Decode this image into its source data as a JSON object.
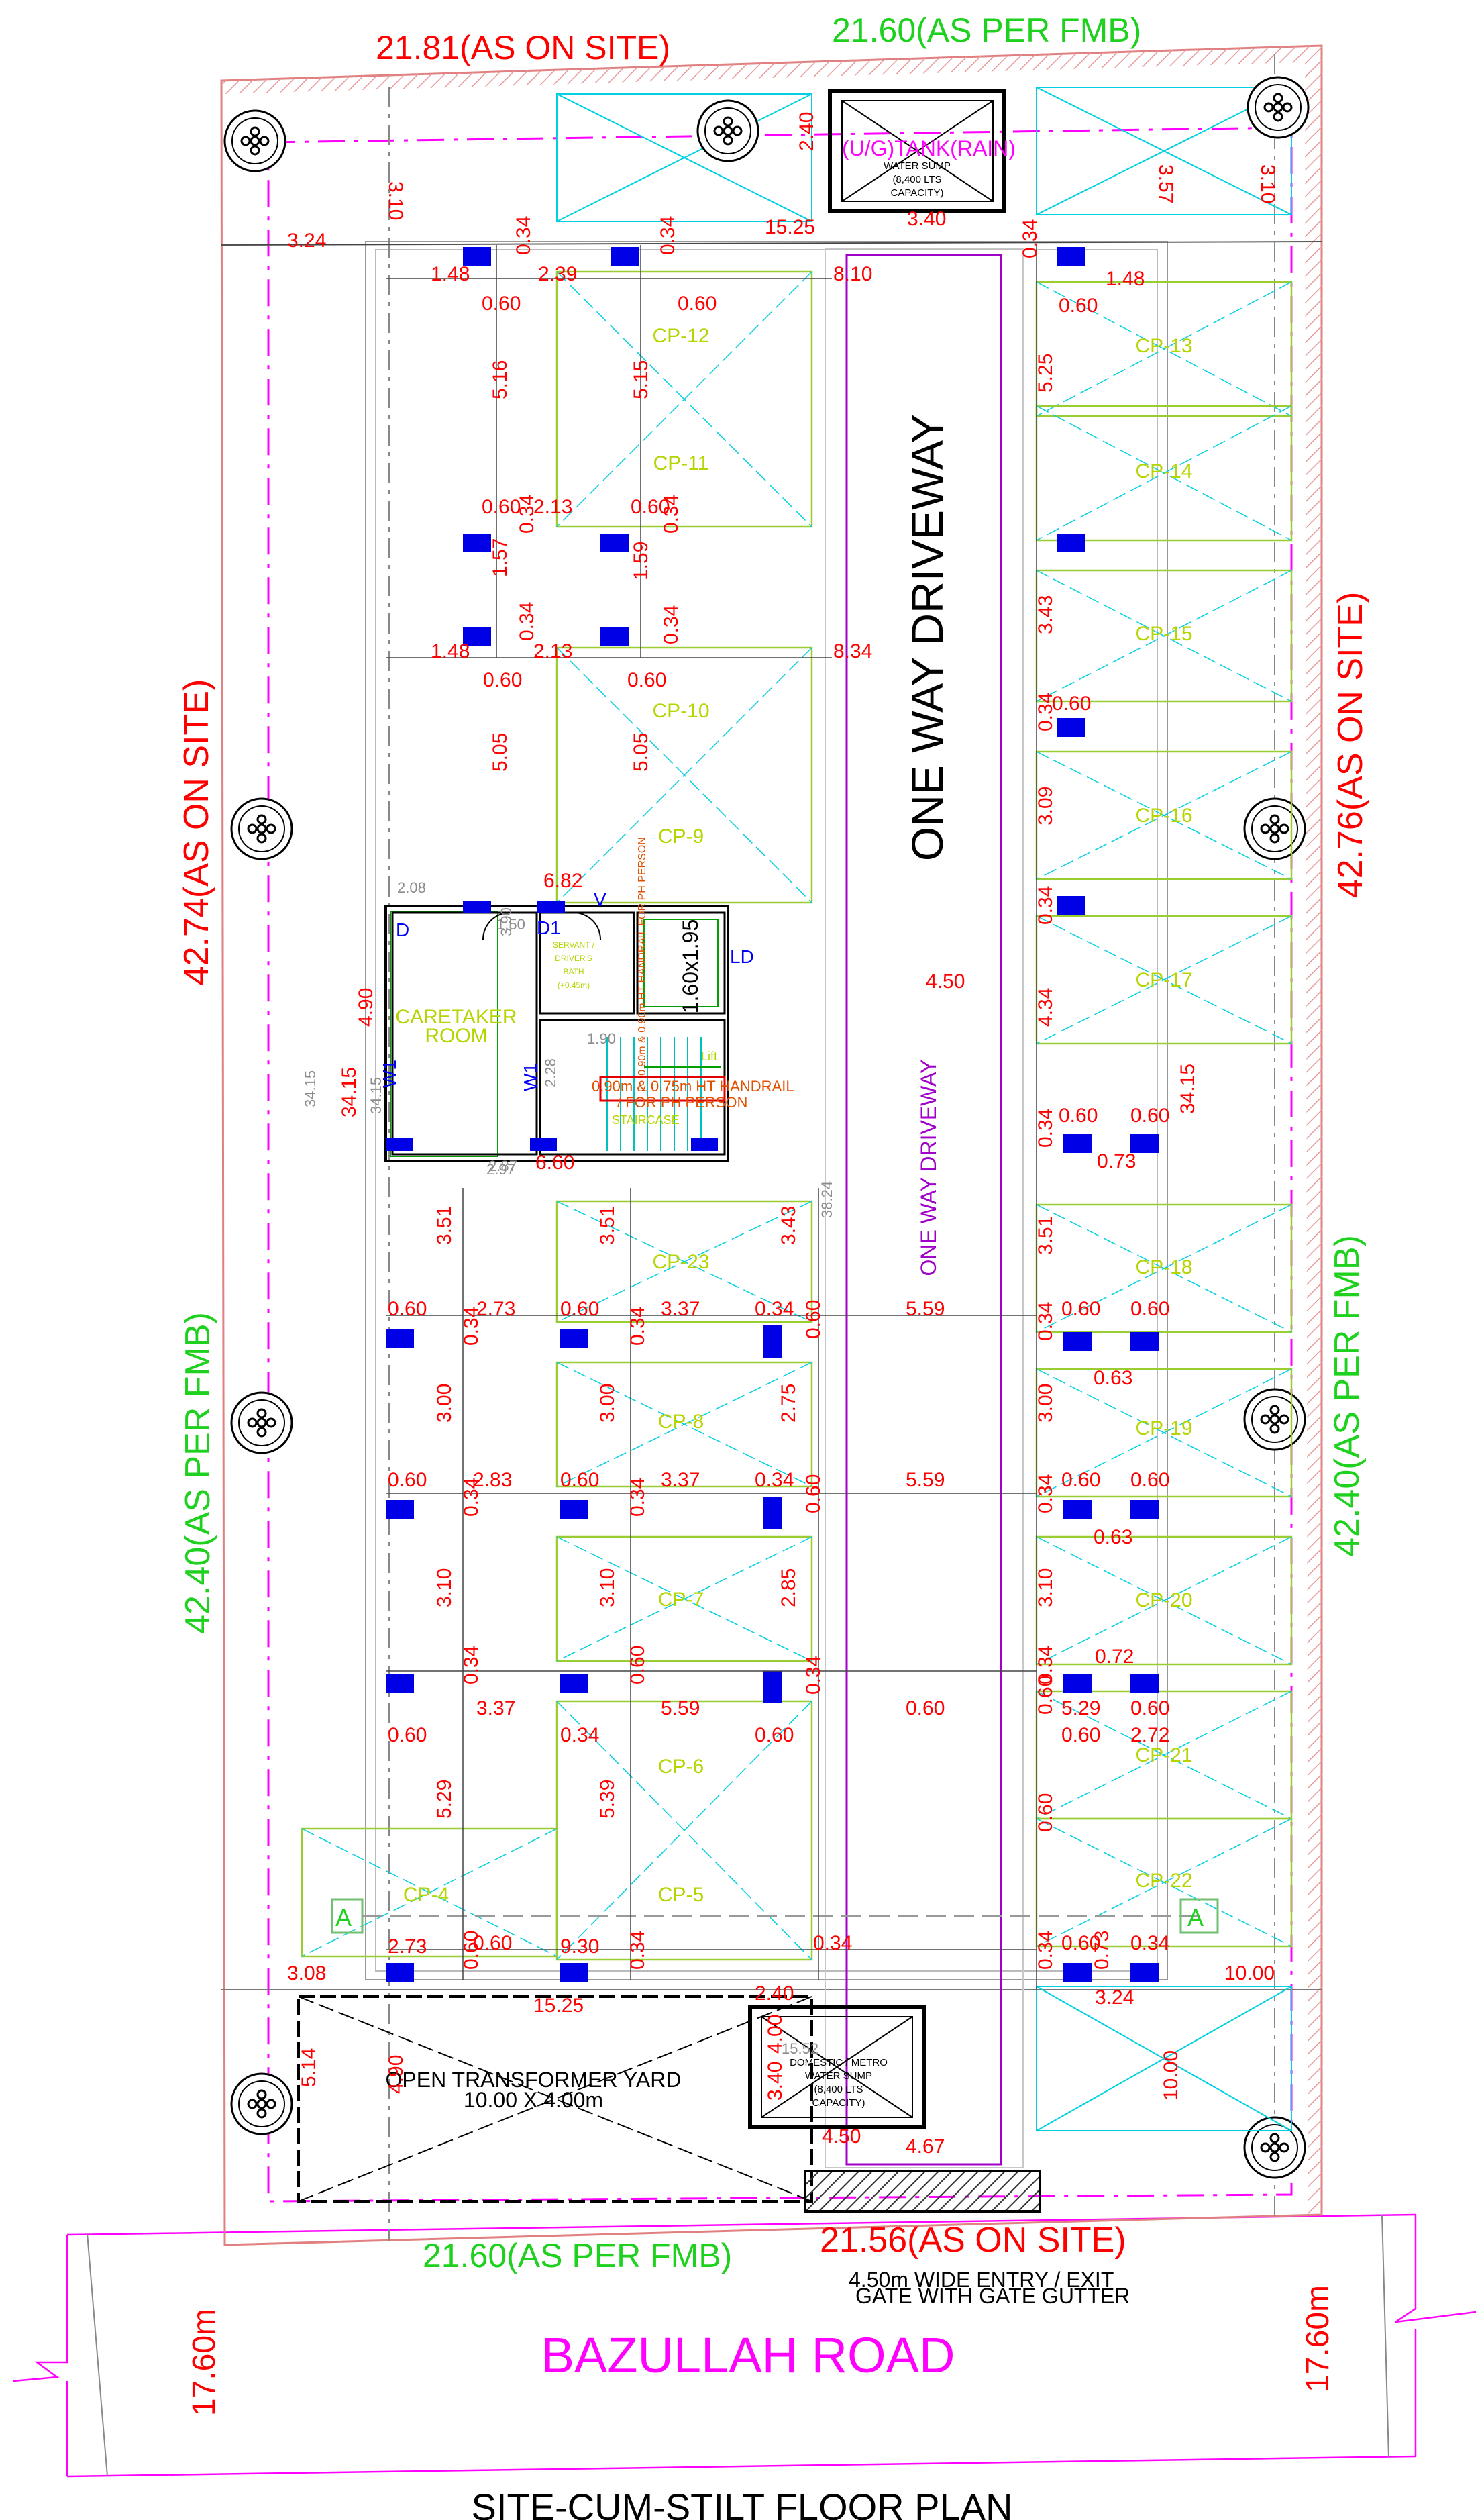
{
  "plan": {
    "title": "SITE-CUM-STILT FLOOR PLAN",
    "road_name": "BAZULLAH ROAD",
    "road_width_left": "17.60m",
    "road_width_right": "17.60m",
    "gate_note_line1": "4.50m WIDE ENTRY / EXIT",
    "gate_note_line2": "GATE WITH GATE GUTTER",
    "driveway_main": "ONE WAY DRIVEWAY",
    "driveway_secondary": "ONE WAY DRIVEWAY",
    "boundary": {
      "top_site": "21.81(AS ON SITE)",
      "top_fmb": "21.60(AS PER FMB)",
      "bottom_fmb": "21.60(AS PER FMB)",
      "bottom_site": "21.56(AS ON SITE)",
      "left_site": "42.74(AS ON SITE)",
      "left_fmb": "42.40(AS PER FMB)",
      "right_site": "42.76(AS ON SITE)",
      "right_fmb": "42.40(AS PER FMB)"
    },
    "tank_top": {
      "label": "(U/G)TANK(RAIN)",
      "line1": "WATER SUMP",
      "line2": "(8,400 LTS",
      "line3": "CAPACITY)"
    },
    "tank_bottom": {
      "line1": "DOMESTIC / METRO",
      "line2": "WATER SUMP",
      "line3": "(8,400 LTS",
      "line4": "CAPACITY)"
    },
    "transformer": {
      "label": "OPEN TRANSFORMER YARD",
      "size": "10.00 X 4.00m"
    },
    "caretaker": {
      "line1": "CARETAKER",
      "line2": "ROOM"
    },
    "servant_bath": {
      "line1": "SERVANT /",
      "line2": "DRIVER'S",
      "line3": "BATH",
      "line4": "(+0.45m)"
    },
    "lift_size": "1.60x1.95",
    "lift_door": "LD",
    "handrail_1": "0.90m & 0.90m HT HANDRAIL FOR PH PERSON",
    "handrail_2": "0.90m & 0.75m HT HANDRAIL",
    "handrail_2b": "/ FOR PH PERSON",
    "staircase": "STAIRCASE",
    "lift_label": "Lift",
    "door_labels": {
      "d": "D",
      "d1": "D1",
      "w1a": "W1",
      "w1b": "W1",
      "v": "V"
    },
    "section_marks": {
      "left": "A",
      "right": "A"
    },
    "car_parks": [
      "CP-4",
      "CP-5",
      "CP-6",
      "CP-7",
      "CP-8",
      "CP-9",
      "CP-10",
      "CP-11",
      "CP-12",
      "CP-13",
      "CP-14",
      "CP-15",
      "CP-16",
      "CP-17",
      "CP-18",
      "CP-19",
      "CP-20",
      "CP-21",
      "CP-22",
      "CP-23"
    ],
    "dims_red": [
      "3.24",
      "3.10",
      "3.10",
      "3.57",
      "2.40",
      "15.25",
      "3.40",
      "1.48",
      "0.34",
      "2.39",
      "0.34",
      "0.60",
      "0.60",
      "8.10",
      "0.34",
      "1.48",
      "0.60",
      "5.16",
      "5.15",
      "5.25",
      "0.60",
      "2.13",
      "0.60",
      "0.34",
      "0.34",
      "1.57",
      "1.59",
      "0.34",
      "0.34",
      "3.43",
      "1.48",
      "2.13",
      "8.34",
      "0.60",
      "0.60",
      "0.34",
      "0.60",
      "5.05",
      "5.05",
      "3.09",
      "6.82",
      "0.34",
      "4.50",
      "4.34",
      "4.90",
      "34.15",
      "6.60",
      "0.34",
      "0.60",
      "0.60",
      "0.73",
      "34.15",
      "3.51",
      "3.51",
      "3.43",
      "3.51",
      "0.60",
      "2.73",
      "0.60",
      "3.37",
      "0.34",
      "5.59",
      "0.34",
      "0.60",
      "0.60",
      "0.34",
      "0.34",
      "0.60",
      "0.63",
      "3.00",
      "3.00",
      "2.75",
      "3.00",
      "0.60",
      "2.83",
      "0.60",
      "3.37",
      "0.34",
      "5.59",
      "0.34",
      "0.60",
      "0.60",
      "0.34",
      "0.34",
      "0.60",
      "0.63",
      "3.10",
      "3.10",
      "2.85",
      "3.10",
      "0.72",
      "0.34",
      "0.34",
      "0.60",
      "0.34",
      "0.60",
      "0.60",
      "2.72",
      "3.37",
      "5.59",
      "0.60",
      "0.60",
      "0.34",
      "0.60",
      "0.60",
      "5.29",
      "5.29",
      "5.39",
      "0.60",
      "2.73",
      "0.60",
      "9.30",
      "0.34",
      "0.60",
      "0.60",
      "0.34",
      "0.34",
      "0.34",
      "0.73",
      "3.24",
      "3.08",
      "10.00",
      "15.25",
      "2.40",
      "4.00",
      "5.14",
      "4.90",
      "3.40",
      "4.50",
      "4.67",
      "10.00"
    ],
    "dims_gray": [
      "2.08",
      "34.15",
      "34.15",
      "38.24",
      "1.90",
      "1.50",
      "2.97",
      "2.28",
      "3.90",
      "15.52",
      "2.87"
    ]
  }
}
